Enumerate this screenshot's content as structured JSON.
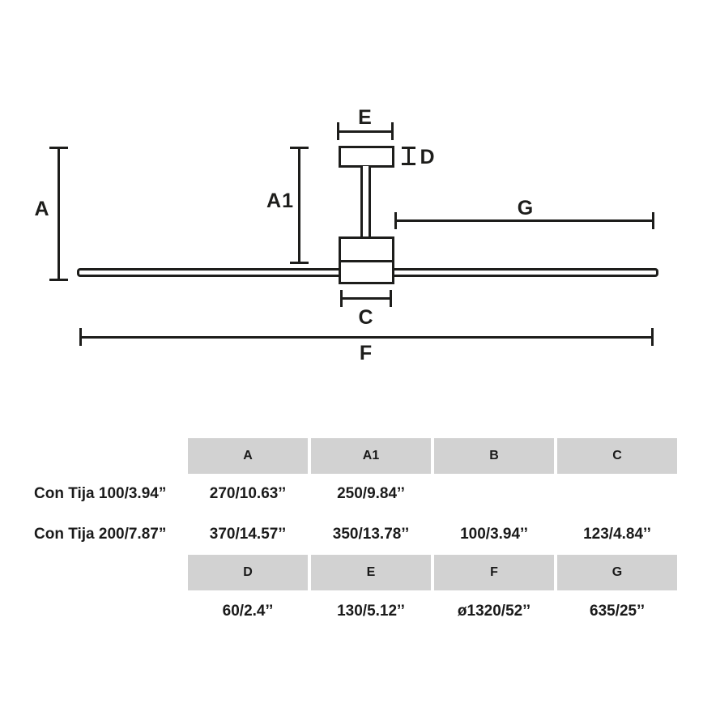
{
  "colors": {
    "line": "#1d1d1b",
    "table_header_bg": "#d2d2d2",
    "text": "#1a1a1a",
    "background": "#ffffff"
  },
  "diagram": {
    "type": "ceiling-fan-dimension-drawing",
    "labels": {
      "a": "A",
      "a1": "A1",
      "e": "E",
      "d": "D",
      "g": "G",
      "c": "C",
      "f": "F"
    }
  },
  "table": {
    "header_row_1": [
      "A",
      "A1",
      "B",
      "C"
    ],
    "rows": [
      {
        "label": "Con Tija 100/3.94”",
        "values": [
          "270/10.63’’",
          "250/9.84’’",
          "",
          ""
        ]
      },
      {
        "label": "Con Tija 200/7.87”",
        "values": [
          "370/14.57’’",
          "350/13.78’’",
          "100/3.94’’",
          "123/4.84’’"
        ]
      }
    ],
    "header_row_2": [
      "D",
      "E",
      "F",
      "G"
    ],
    "bottom_row": {
      "values": [
        "60/2.4’’",
        "130/5.12’’",
        "ø1320/52’’",
        "635/25’’"
      ]
    }
  }
}
